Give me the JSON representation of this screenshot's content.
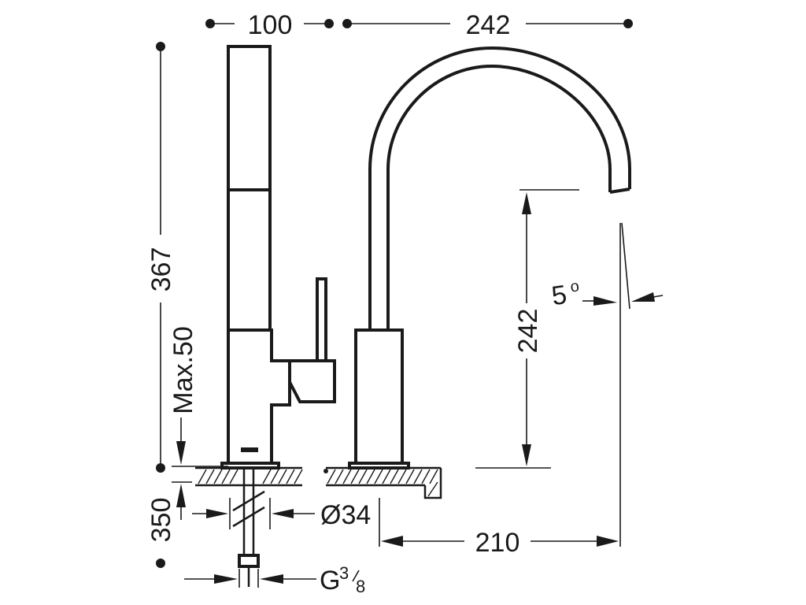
{
  "dimensions": {
    "top_left_width": "100",
    "top_right_width": "242",
    "total_height": "367",
    "max_height": "Max.50",
    "below_deck": "350",
    "hole_diameter": "Ø34",
    "thread_main": "G",
    "thread_frac_num": "3",
    "thread_frac_den": "8",
    "reach": "210",
    "spout_height": "242",
    "angle_value": "5",
    "angle_unit": "o"
  }
}
